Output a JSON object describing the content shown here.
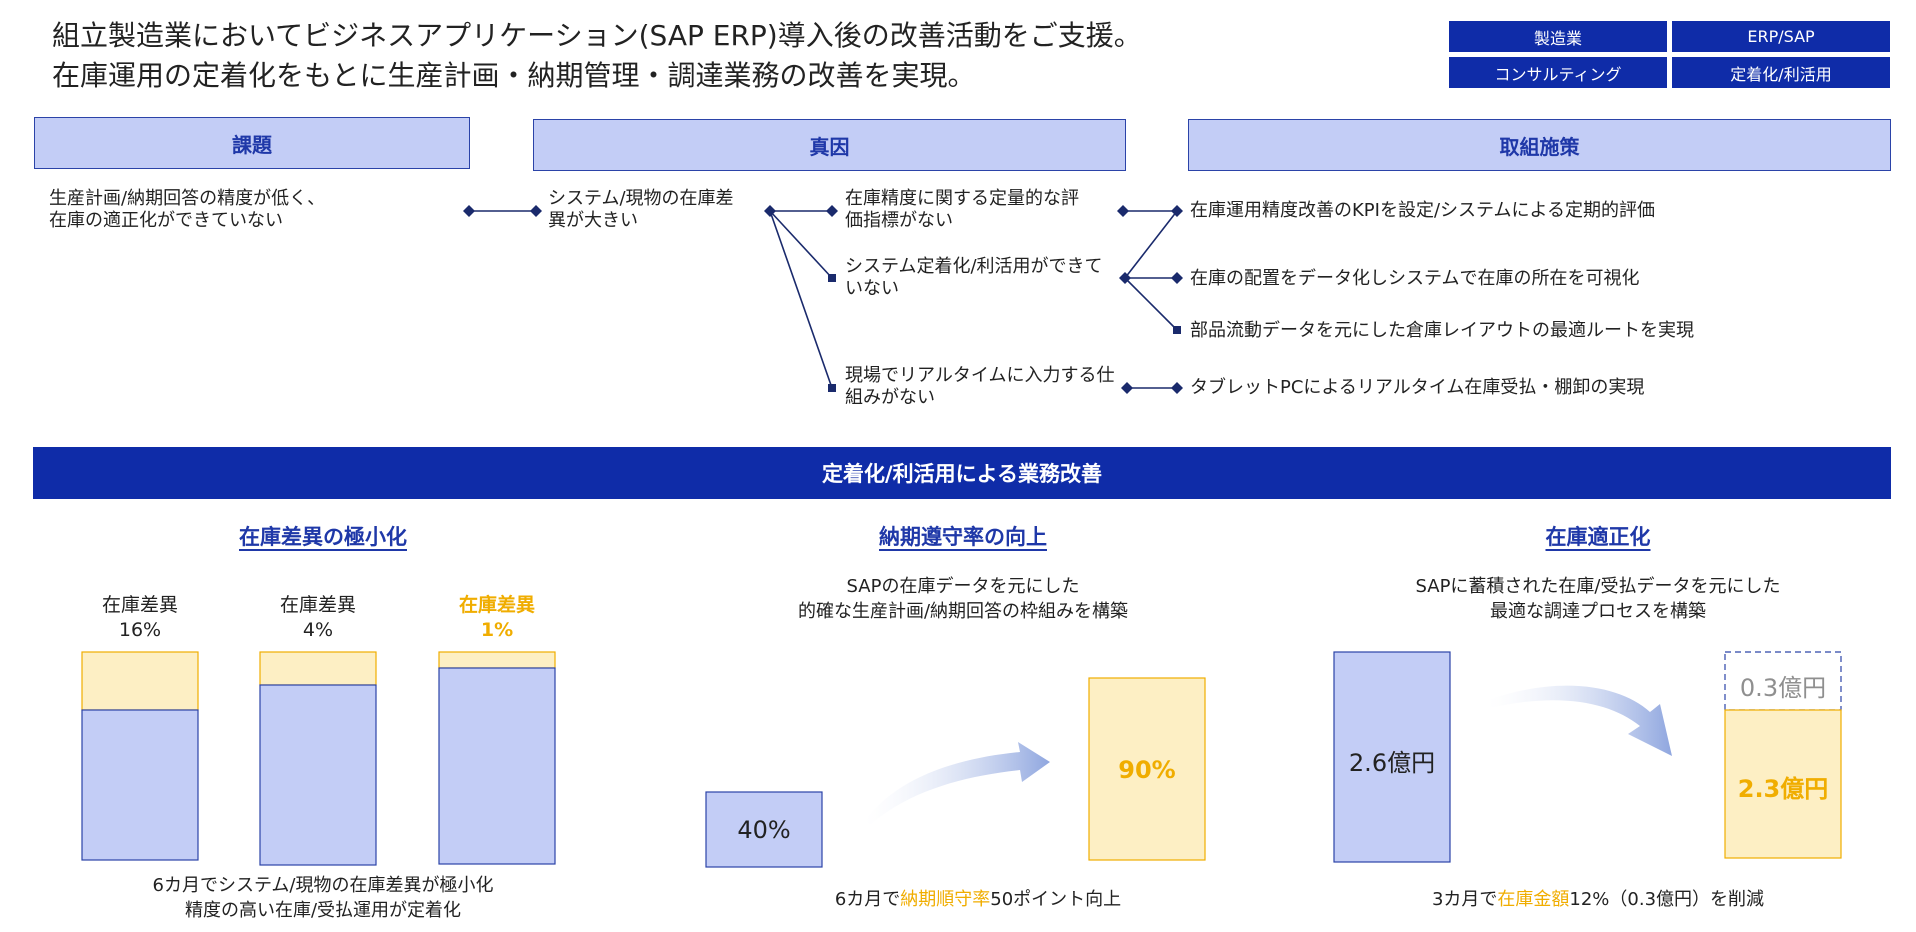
{
  "header": {
    "title_line1": "組立製造業においてビジネスアプリケーション(SAP ERP)導入後の改善活動をご支援。",
    "title_line2": "在庫運用の定着化をもとに生産計画・納期管理・調達業務の改善を実現。",
    "tags": [
      "製造業",
      "ERP/SAP",
      "コンサルティング",
      "定着化/利活用"
    ]
  },
  "columns": {
    "issue": "課題",
    "cause": "真因",
    "measure": "取組施策"
  },
  "issue_text": [
    "生産計画/納期回答の精度が低く、",
    "在庫の適正化ができていない"
  ],
  "cause_main": [
    "システム/現物の在庫差",
    "異が大きい"
  ],
  "sub_causes": [
    [
      "在庫精度に関する定量的な評",
      "価指標がない"
    ],
    [
      "システム定着化/利活用ができて",
      "いない"
    ],
    [
      "現場でリアルタイムに入力する仕",
      "組みがない"
    ]
  ],
  "measures": [
    "在庫運用精度改善のKPIを設定/システムによる定期的評価",
    "在庫の配置をデータ化しシステムで在庫の所在を可視化",
    "部品流動データを元にした倉庫レイアウトの最適ルートを実現",
    "タブレットPCによるリアルタイム在庫受払・棚卸の実現"
  ],
  "banner": "定着化/利活用による業務改善",
  "panel1": {
    "title": "在庫差異の極小化",
    "bar_labels": [
      {
        "name": "在庫差異",
        "value": "16%"
      },
      {
        "name": "在庫差異",
        "value": "4%"
      },
      {
        "name": "在庫差異",
        "value": "1%"
      }
    ],
    "footer_line1": "6カ月でシステム/現物の在庫差異が極小化",
    "footer_line2": "精度の高い在庫/受払運用が定着化"
  },
  "panel2": {
    "title": "納期遵守率の向上",
    "desc_line1": "SAPの在庫データを元にした",
    "desc_line2": "的確な生産計画/納期回答の枠組みを構築",
    "before": "40%",
    "after": "90%",
    "footer_pre": "6カ月で",
    "footer_highlight": "納期順守率",
    "footer_post": "50ポイント向上"
  },
  "panel3": {
    "title": "在庫適正化",
    "desc_line1": "SAPに蓄積された在庫/受払データを元にした",
    "desc_line2": "最適な調達プロセスを構築",
    "before": "2.6億円",
    "reduced": "0.3億円",
    "after": "2.3億円",
    "footer_pre": "3カ月で",
    "footer_highlight": "在庫金額",
    "footer_post": "12%（0.3億円）を削減"
  },
  "chart_data": [
    {
      "type": "bar",
      "title": "在庫差異の極小化",
      "categories": [
        "在庫差異",
        "在庫差異",
        "在庫差異"
      ],
      "values": [
        16,
        4,
        1
      ]
    },
    {
      "type": "bar",
      "title": "納期遵守率の向上",
      "categories": [
        "",
        ""
      ],
      "values": [
        40,
        90
      ]
    },
    {
      "type": "bar",
      "title": "在庫適正化",
      "categories": [
        "",
        ""
      ],
      "values": [
        2.6,
        2.3
      ]
    }
  ],
  "colors": {
    "navy": "#0f2ca8",
    "header_fill": "#c3cdf6",
    "bar_blue": "#c3cdf6",
    "bar_yellow": "#fdefc4",
    "accent_orange": "#f0ad00"
  }
}
